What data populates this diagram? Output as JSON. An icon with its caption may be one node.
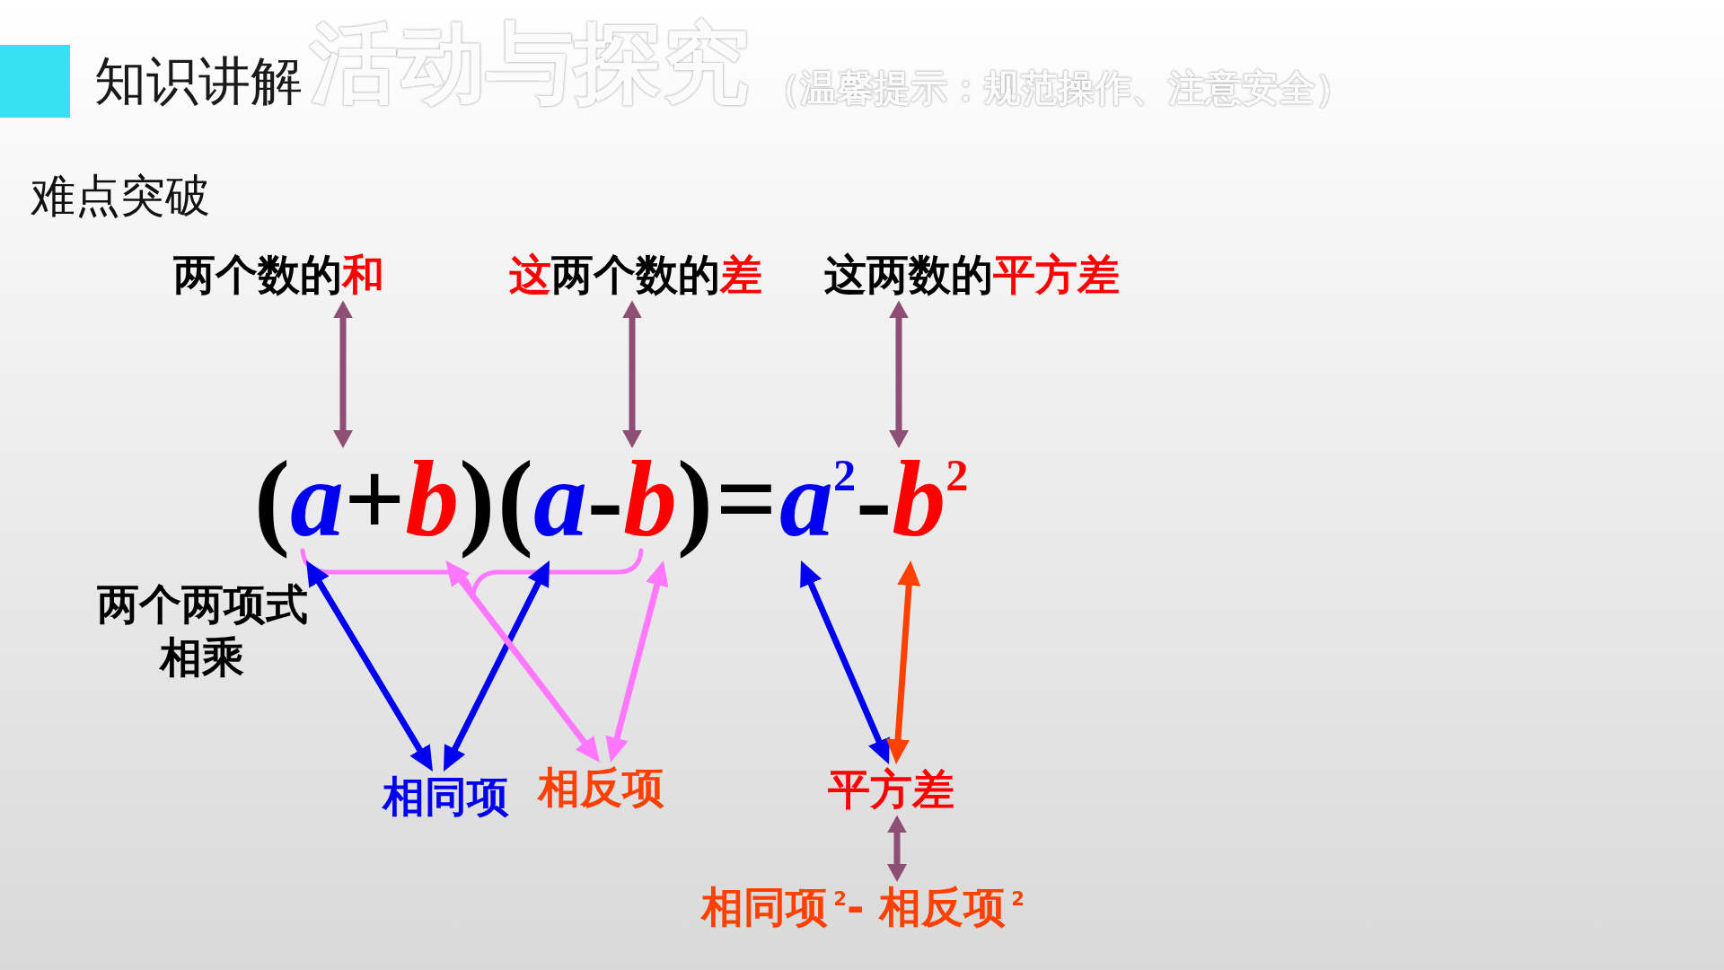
{
  "diagram": {
    "title": "知识讲解",
    "nodes": [
      {
        "text": [
          "两个数的",
          "和"
        ]
      },
      {
        "text": [
          "这",
          "两个数的",
          "差"
        ]
      },
      {
        "text": [
          "这两数的",
          "平方差"
        ]
      },
      {
        "text": [
          "(*a*+*b*)"
        ]
      },
      {
        "text": [
          "(*a*-*b*)"
        ]
      },
      {
        "text": [
          "*a*$^{2}$-*b*$^{2}$"
        ]
      },
      {
        "text": [
          "相同项"
        ]
      },
      {
        "text": [
          "相反项"
        ]
      },
      {
        "text": [
          "平方差"
        ]
      },
      {
        "text": [
          "相同项$^{2}$- 相反项$^{2}$"
        ]
      }
    ],
    "edges": [
      {
        "from": 0,
        "to": 3,
        "arrow": "both"
      },
      {
        "from": 1,
        "to": 4,
        "arrow": "both"
      },
      {
        "from": 2,
        "to": 5,
        "arrow": "both"
      },
      {
        "from": 6,
        "to": 3,
        "arrow": "both",
        "color": "#0000f0"
      },
      {
        "from": 6,
        "to": 4,
        "arrow": "both",
        "color": "#0000f0"
      },
      {
        "from": 7,
        "to": 3,
        "arrow": "both",
        "color": "#ff78ff"
      },
      {
        "from": 7,
        "to": 4,
        "arrow": "both",
        "color": "#ff78ff"
      },
      {
        "from": 8,
        "to": 5,
        "arrow": "both",
        "color": "#0000f0"
      },
      {
        "from": 8,
        "to": 5,
        "arrow": "both",
        "color": "#ff4000"
      },
      {
        "from": 8,
        "to": 9,
        "arrow": "both"
      }
    ],
    "labels": [
      "活动与探究",
      "（温馨提示：规范操作、注意安全）",
      "难点突破",
      "=",
      "两个两项式相乘"
    ]
  }
}
